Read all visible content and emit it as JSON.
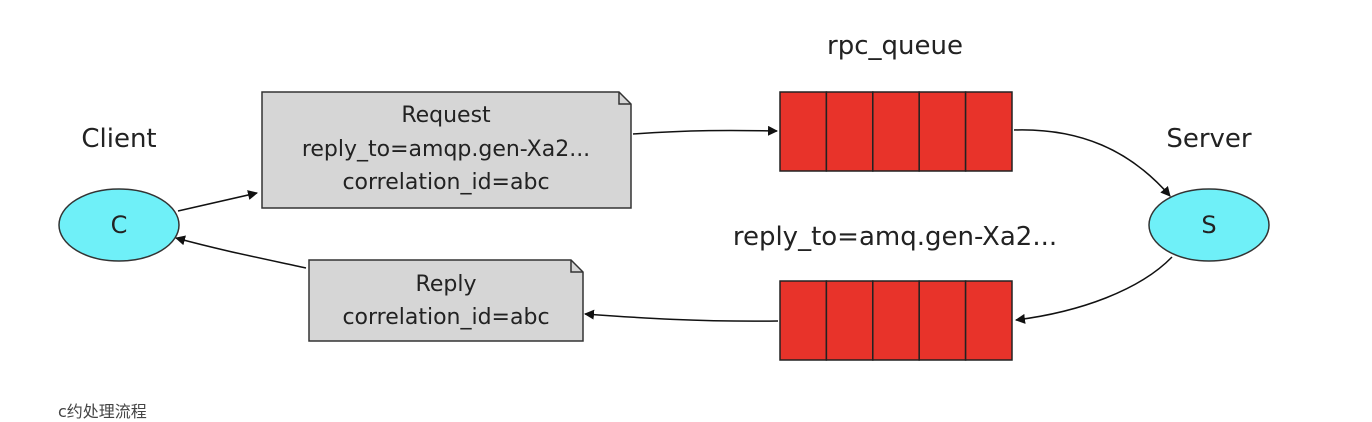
{
  "nodes": {
    "client": {
      "name": "Client",
      "letter": "C"
    },
    "server": {
      "name": "Server",
      "letter": "S"
    }
  },
  "request": {
    "title": "Request",
    "line1": "reply_to=amqp.gen-Xa2...",
    "line2": "correlation_id=abc"
  },
  "reply": {
    "title": "Reply",
    "line1": "correlation_id=abc"
  },
  "queues": {
    "rpc": {
      "name": "rpc_queue",
      "slots": 5
    },
    "reply": {
      "name": "reply_to=amq.gen-Xa2...",
      "slots": 5
    }
  },
  "footer": {
    "text": "c约处理流程"
  },
  "colors": {
    "node_fill": "#6ff0f8",
    "queue_fill": "#e8332a",
    "note_fill": "#d6d6d6"
  }
}
